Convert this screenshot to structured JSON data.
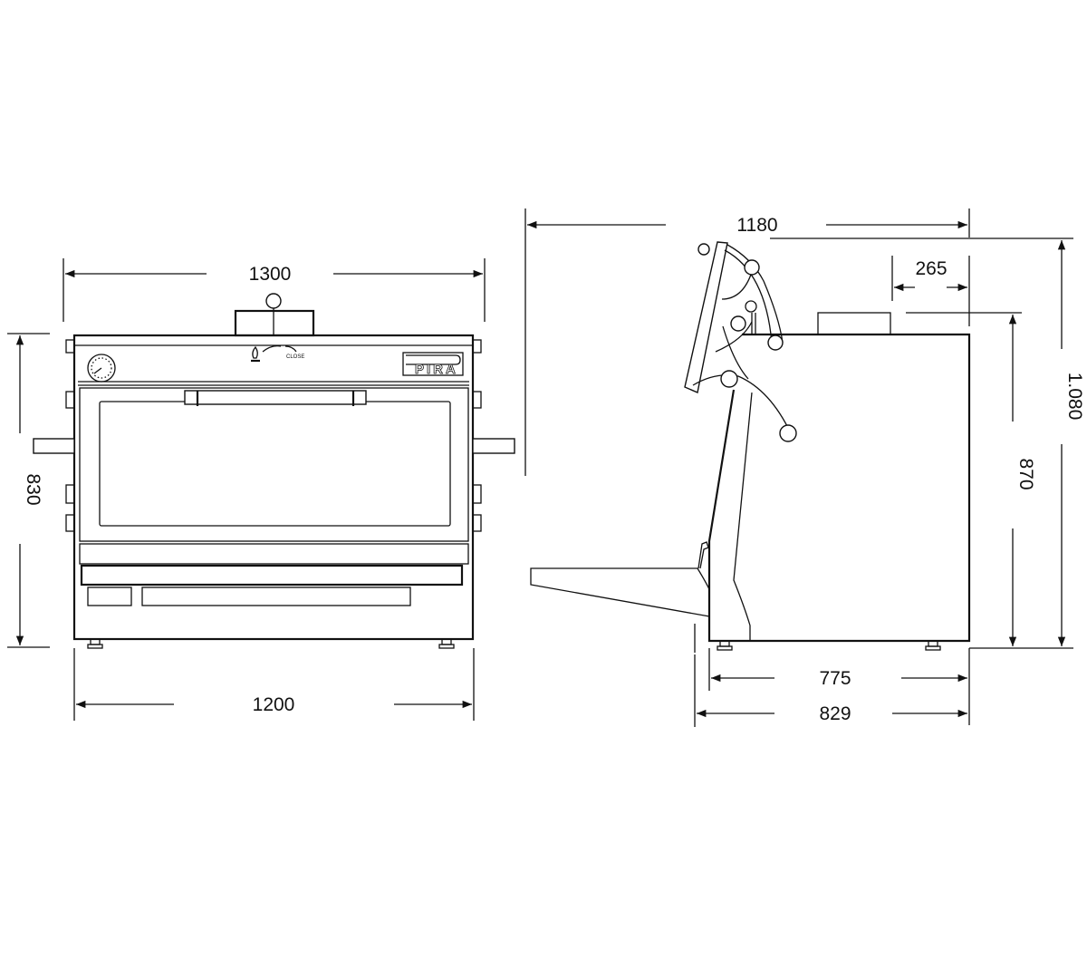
{
  "front_view": {
    "dimensions": {
      "width_top": "1300",
      "width_bottom": "1200",
      "height": "830"
    },
    "control_label": "CLOSE",
    "logo_text": "PIRA"
  },
  "side_view": {
    "dimensions": {
      "depth_open": "1180",
      "chimney_offset": "265",
      "total_height": "1.080",
      "body_height": "870",
      "body_depth": "775",
      "depth_with_feet": "829"
    }
  }
}
